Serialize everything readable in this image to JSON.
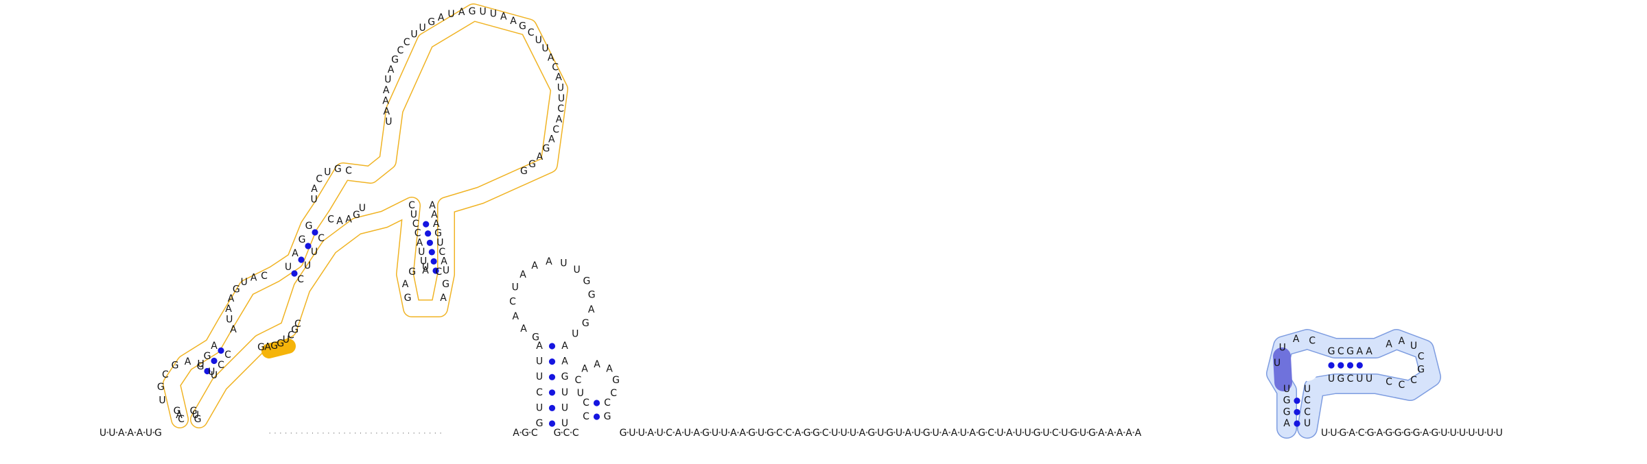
{
  "colors": {
    "background": "#ffffff",
    "nucleotide": "#111111",
    "base_pair": "#1515e0",
    "left_domain_outline": "#f0b323",
    "left_highlight": "#f5b40a",
    "right_domain_fill": "#d6e3fb",
    "right_domain_outline": "#7d9ce0",
    "right_highlight": "#6f72dc"
  },
  "backbone": {
    "start": "UUAAAUG",
    "gap_label": ".................................",
    "right_linker": "AGC",
    "mid_stem_anchor": "GCC",
    "middle": "GUUAUCAUAGUUAAGUGCCAGGCUUUAGUGUAUGUAAUAGCUAUUGUCUGUGAAAAA",
    "tail": "UUGACGAGGGGAGUUUUUUU"
  },
  "left_domain": {
    "outer_stem_5": "GAC",
    "outer_stem_3": "GUG",
    "loop1": "UGCGAUU",
    "stem2_5": "GGA",
    "stem2_3": "UCC",
    "loop2_5": "AUAAGUAC",
    "loop2_3": "CGCUGGAG",
    "highlight": "CUG",
    "stem3_5": "UAGG",
    "stem3_3": "CUUC",
    "loop3_5": "UACUGC",
    "loop3_3": "UGAAC",
    "big_loop": "UAAAUAGCCUUGAUAGUUAAGCUUACAUUCACAGAGG",
    "branch_stem_5": "CUCCAUUA",
    "branch_stem_3": "AAAGUCAU",
    "branch_loop": "GAGUCGA"
  },
  "middle_hairpins": {
    "tall_stem_5": "GUCUUA",
    "tall_stem_3": "UUUGAA",
    "tall_loop": "GAACUAAAUUGGAGU",
    "short_stem_5": "CC",
    "short_stem_3": "GC",
    "short_loop": "UCAAAGC"
  },
  "right_domain": {
    "stem_5": "AGGU",
    "stem_3": "UCCU",
    "loop_5": "UUAC",
    "inner_stem_5": "GCGAA",
    "inner_stem_3": "UGCUU",
    "loop_3": "AAUCGCCC",
    "highlight": "UGU"
  }
}
